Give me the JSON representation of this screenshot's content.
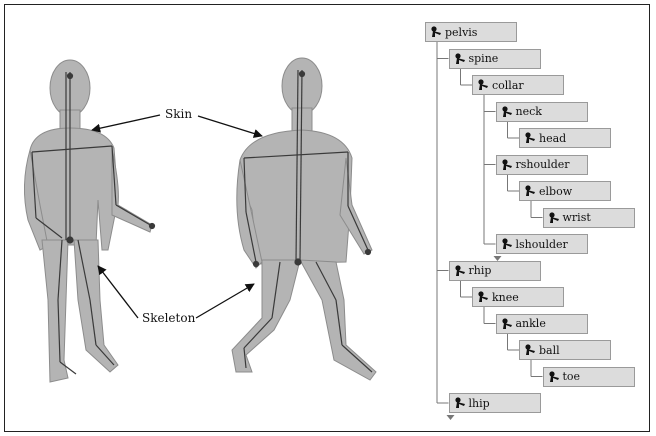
{
  "labels": {
    "skin": "Skin",
    "skeleton": "Skeleton"
  },
  "tree": {
    "nodes": [
      {
        "label": "pelvis",
        "depth": 0
      },
      {
        "label": "spine",
        "depth": 1
      },
      {
        "label": "collar",
        "depth": 2
      },
      {
        "label": "neck",
        "depth": 3
      },
      {
        "label": "head",
        "depth": 4
      },
      {
        "label": "rshoulder",
        "depth": 3
      },
      {
        "label": "elbow",
        "depth": 4
      },
      {
        "label": "wrist",
        "depth": 5
      },
      {
        "label": "lshoulder",
        "depth": 3
      },
      {
        "label": "rhip",
        "depth": 1
      },
      {
        "label": "knee",
        "depth": 2
      },
      {
        "label": "ankle",
        "depth": 3
      },
      {
        "label": "ball",
        "depth": 4
      },
      {
        "label": "toe",
        "depth": 5
      },
      {
        "label": "lhip",
        "depth": 1
      }
    ]
  },
  "icon": "joint-icon",
  "colors": {
    "skin": "#b4b4b4",
    "skinEdge": "#8c8c8c",
    "bone": "#3a3a3a",
    "node": "#dcdcdc"
  }
}
